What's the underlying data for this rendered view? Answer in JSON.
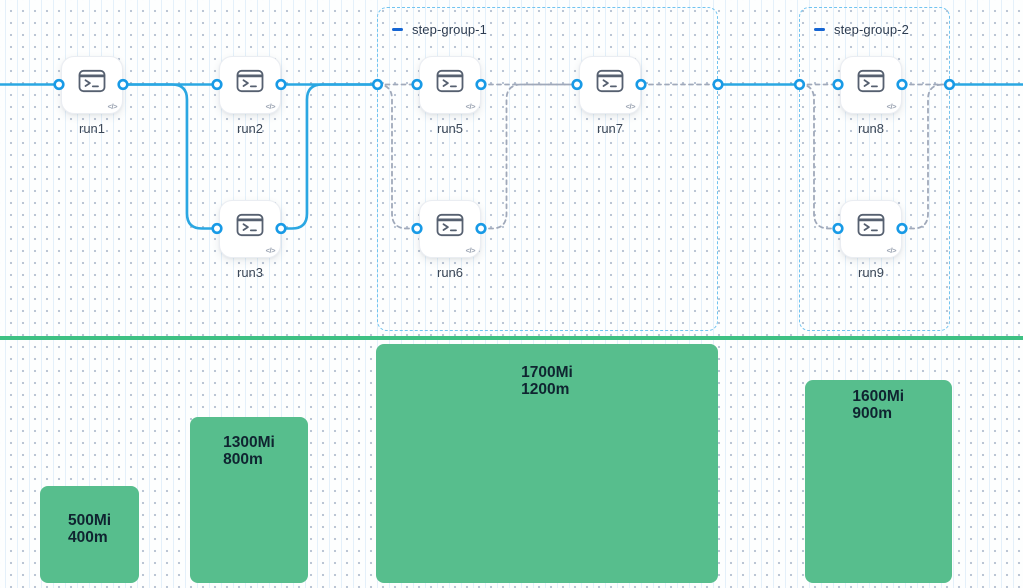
{
  "nodes": [
    {
      "id": "run1",
      "label": "run1",
      "icon": "terminal-icon"
    },
    {
      "id": "run2",
      "label": "run2",
      "icon": "terminal-icon"
    },
    {
      "id": "run3",
      "label": "run3",
      "icon": "terminal-icon"
    },
    {
      "id": "run5",
      "label": "run5",
      "icon": "terminal-icon"
    },
    {
      "id": "run6",
      "label": "run6",
      "icon": "terminal-icon"
    },
    {
      "id": "run7",
      "label": "run7",
      "icon": "terminal-icon"
    },
    {
      "id": "run8",
      "label": "run8",
      "icon": "terminal-icon"
    },
    {
      "id": "run9",
      "label": "run9",
      "icon": "terminal-icon"
    }
  ],
  "icons": {
    "code_badge_glyph": "</>",
    "group_collapse": "minus-icon"
  },
  "groups": [
    {
      "label": "step-group-1",
      "members": [
        "run5",
        "run6",
        "run7"
      ]
    },
    {
      "label": "step-group-2",
      "members": [
        "run8",
        "run9"
      ]
    }
  ],
  "edges": [
    {
      "from": "canvas-left",
      "to": "run1",
      "type": "solid"
    },
    {
      "from": "run1",
      "to": "run2",
      "type": "solid"
    },
    {
      "from": "run1",
      "to": "run3",
      "type": "solid"
    },
    {
      "from": "run2",
      "to": "step-group-1-in",
      "type": "solid"
    },
    {
      "from": "run3",
      "to": "step-group-1-in",
      "type": "solid"
    },
    {
      "from": "step-group-1-in",
      "to": "run5",
      "type": "dashed"
    },
    {
      "from": "step-group-1-in",
      "to": "run6",
      "type": "dashed"
    },
    {
      "from": "run5",
      "to": "run7",
      "type": "dashed"
    },
    {
      "from": "run6",
      "to": "run7",
      "type": "dashed"
    },
    {
      "from": "run7",
      "to": "step-group-1-out",
      "type": "dashed"
    },
    {
      "from": "step-group-1-out",
      "to": "step-group-2-in",
      "type": "solid"
    },
    {
      "from": "step-group-2-in",
      "to": "run8",
      "type": "dashed"
    },
    {
      "from": "step-group-2-in",
      "to": "run9",
      "type": "dashed"
    },
    {
      "from": "run8",
      "to": "step-group-2-out",
      "type": "dashed"
    },
    {
      "from": "run9",
      "to": "step-group-2-out",
      "type": "dashed"
    },
    {
      "from": "step-group-2-out",
      "to": "canvas-right",
      "type": "solid"
    }
  ],
  "resources": {
    "bars": [
      {
        "memory": "500Mi",
        "cpu": "400m"
      },
      {
        "memory": "1300Mi",
        "cpu": "800m"
      },
      {
        "memory": "1700Mi",
        "cpu": "1200m"
      },
      {
        "memory": "1600Mi",
        "cpu": "900m"
      }
    ]
  },
  "colors": {
    "edge_blue": "#2aa7e2",
    "port_ring_blue": "#189ae6",
    "group_border_blue": "#72c4f0",
    "group_toggle_blue": "#1565d3",
    "dashed_edge_gray": "#a0a9ba",
    "bar_green": "#57be8d",
    "divider_green": "#3ec183",
    "bar_text": "#0f2430",
    "node_label_text": "#3b4757",
    "group_title_text": "#2c3b50"
  }
}
